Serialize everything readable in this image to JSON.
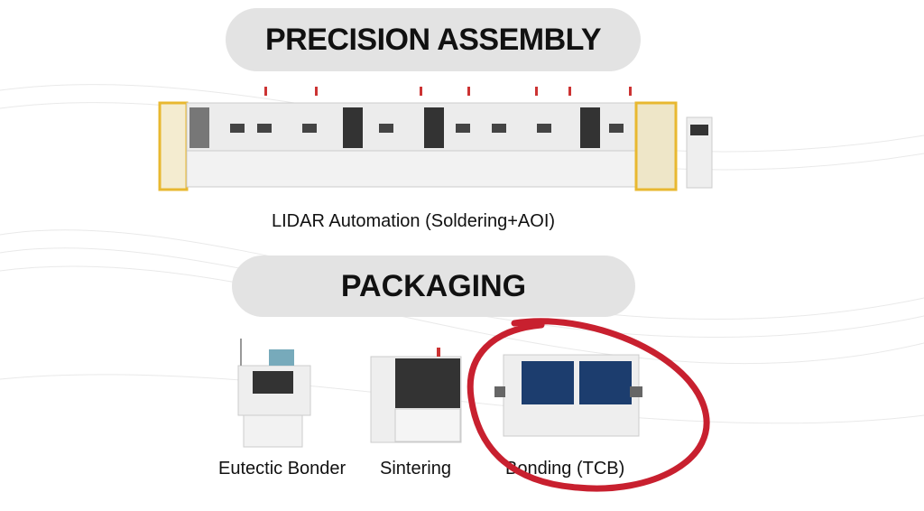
{
  "sections": [
    {
      "title": "PRECISION ASSEMBLY",
      "items": [
        {
          "caption": "LIDAR Automation (Soldering+AOI)"
        }
      ]
    },
    {
      "title": "PACKAGING",
      "items": [
        {
          "caption": "Eutectic Bonder"
        },
        {
          "caption": "Sintering"
        },
        {
          "caption": "Bonding (TCB)"
        }
      ]
    }
  ],
  "colors": {
    "highlight": "#c8202f",
    "pill": "#e3e3e3",
    "frame": "#e8b830"
  }
}
